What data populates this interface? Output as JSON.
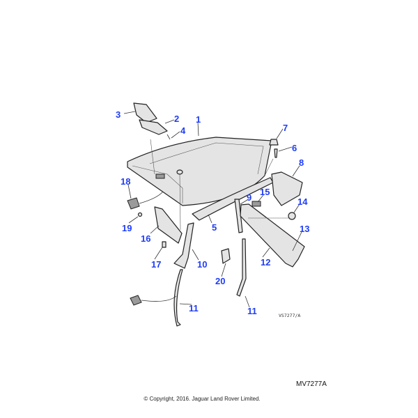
{
  "diagram": {
    "callouts": [
      "1",
      "2",
      "3",
      "4",
      "5",
      "6",
      "7",
      "8",
      "9",
      "10",
      "11",
      "11",
      "12",
      "13",
      "14",
      "15",
      "16",
      "17",
      "18",
      "19",
      "20"
    ],
    "drawing_ref": "VS7277/A"
  },
  "footer": {
    "part_ref": "MV7277A",
    "copyright": "© Copyright, 2016. Jaguar Land Rover Limited."
  },
  "colors": {
    "callout": "#1f3df5"
  }
}
